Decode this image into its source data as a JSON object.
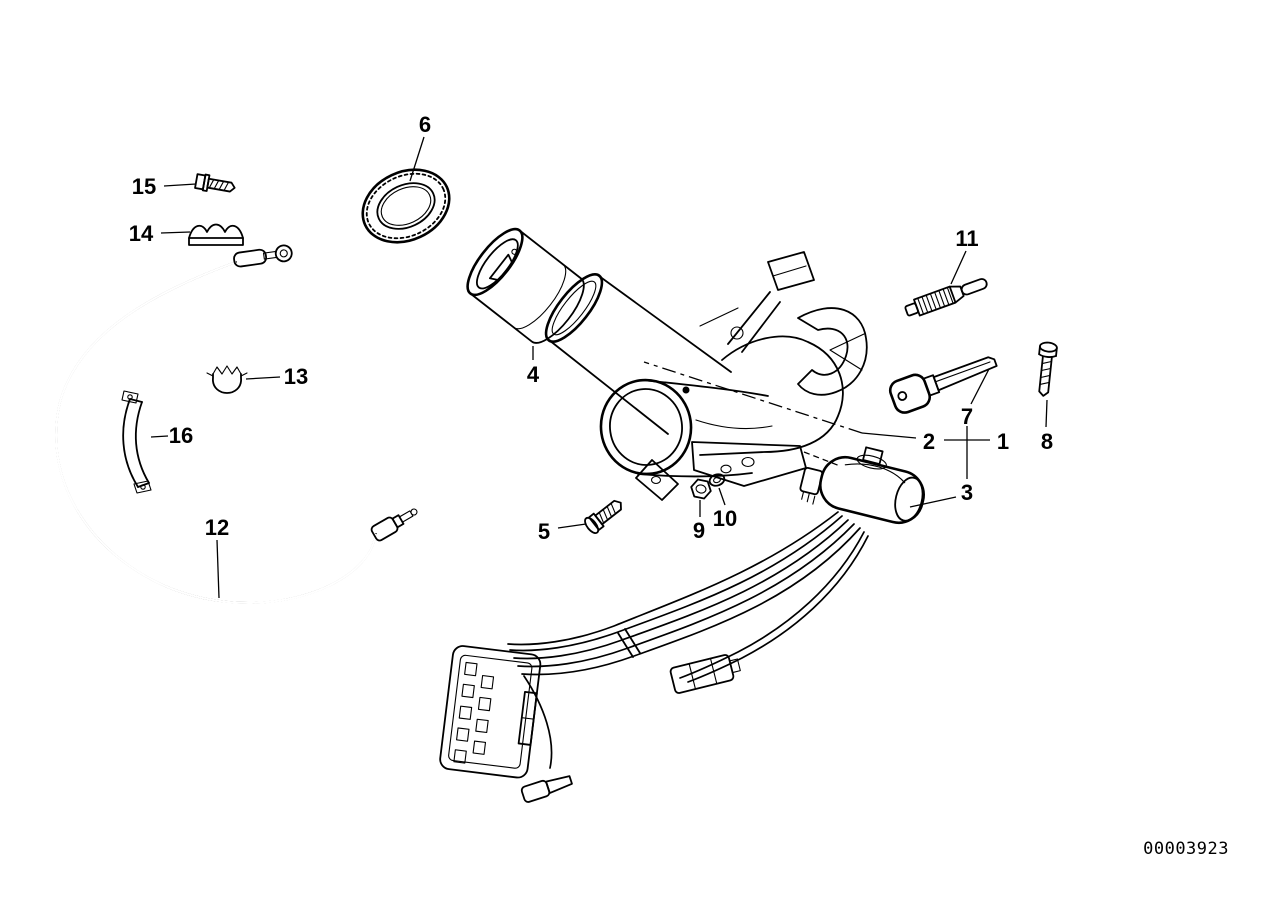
{
  "diagram": {
    "type": "exploded-parts-diagram",
    "doc_number": "00003923",
    "colors": {
      "line": "#000000",
      "background": "#ffffff"
    },
    "callouts": [
      {
        "label": "1"
      },
      {
        "label": "2"
      },
      {
        "label": "3"
      },
      {
        "label": "4"
      },
      {
        "label": "5"
      },
      {
        "label": "6"
      },
      {
        "label": "7"
      },
      {
        "label": "8"
      },
      {
        "label": "9"
      },
      {
        "label": "10"
      },
      {
        "label": "11"
      },
      {
        "label": "12"
      },
      {
        "label": "13"
      },
      {
        "label": "14"
      },
      {
        "label": "15"
      },
      {
        "label": "16"
      }
    ]
  }
}
